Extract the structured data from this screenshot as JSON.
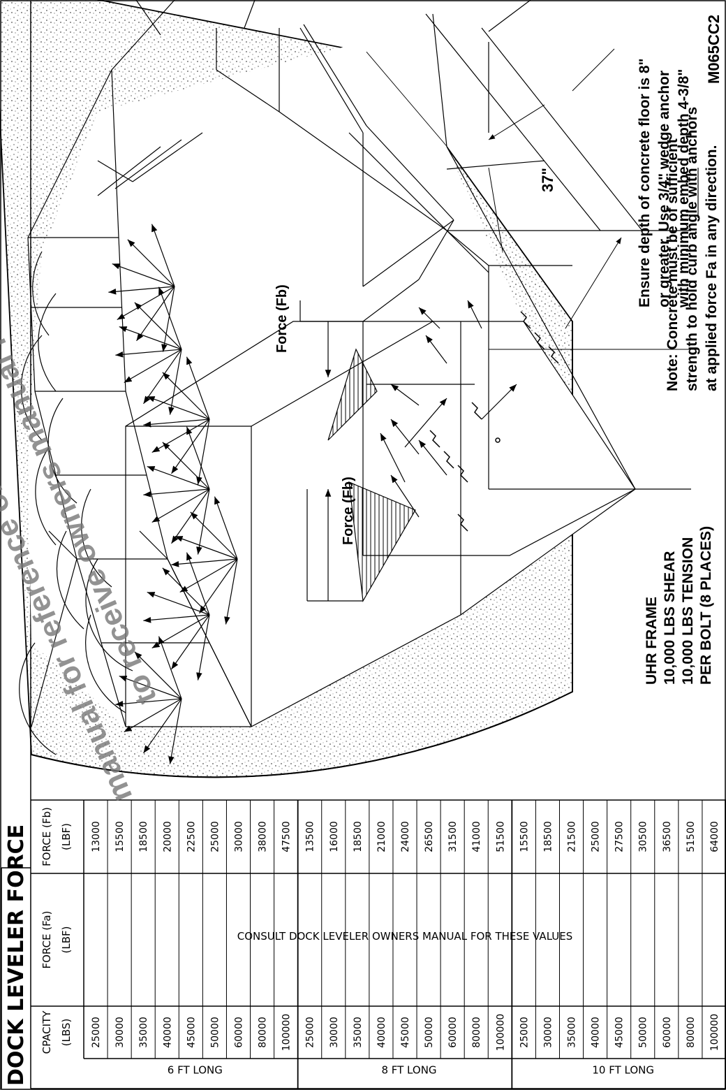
{
  "notes": {
    "concrete_note": [
      "Note: Concrete must be of sufficient",
      "strength to hold curb angle with anchors",
      "at applied force Fa in any direction."
    ],
    "anchor_note": [
      "Ensure depth of concrete floor is 8\"",
      "or greater. Use 3/4\" wedge anchor",
      "with minimum embed depth 4-3/8\""
    ],
    "frame_note": [
      "UHR FRAME",
      "10,000 LBS SHEAR",
      "10,000 LBS TENSION",
      "PER BOLT (8 PLACES)"
    ],
    "dimension": "37\"",
    "force_fb_upper": "Force (Fb)",
    "force_fb_lower": "Force (Fb)",
    "drawing_code": "M065CC2"
  },
  "watermark": {
    "line1": "manual for reference only. Contact Pentalift with product serial",
    "line2": "to receive owners manual for your specific equipment"
  },
  "table": {
    "title": "DOCK LEVELER FORCE",
    "headers": {
      "capacity": [
        "CPACITY",
        "(LBS)"
      ],
      "fa": [
        "FORCE (Fa)",
        "(LBF)"
      ],
      "fb": [
        "FORCE (Fb)",
        "(LBF)"
      ]
    },
    "fa_note": "CONSULT DOCK LEVELER OWNERS MANUAL FOR THESE VALUES",
    "groups": [
      {
        "label": "6 FT LONG",
        "rows": [
          [
            "25000",
            "13000"
          ],
          [
            "30000",
            "15500"
          ],
          [
            "35000",
            "18500"
          ],
          [
            "40000",
            "20000"
          ],
          [
            "45000",
            "22500"
          ],
          [
            "50000",
            "25000"
          ],
          [
            "60000",
            "30000"
          ],
          [
            "80000",
            "38000"
          ],
          [
            "100000",
            "47500"
          ]
        ]
      },
      {
        "label": "8 FT LONG",
        "rows": [
          [
            "25000",
            "13500"
          ],
          [
            "30000",
            "16000"
          ],
          [
            "35000",
            "18500"
          ],
          [
            "40000",
            "21000"
          ],
          [
            "45000",
            "24000"
          ],
          [
            "50000",
            "26500"
          ],
          [
            "60000",
            "31500"
          ],
          [
            "80000",
            "41000"
          ],
          [
            "100000",
            "51500"
          ]
        ]
      },
      {
        "label": "10 FT LONG",
        "rows": [
          [
            "25000",
            "15500"
          ],
          [
            "30000",
            "18500"
          ],
          [
            "35000",
            "21500"
          ],
          [
            "40000",
            "25000"
          ],
          [
            "45000",
            "27500"
          ],
          [
            "50000",
            "30500"
          ],
          [
            "60000",
            "36500"
          ],
          [
            "80000",
            "51500"
          ],
          [
            "100000",
            "64000"
          ]
        ]
      }
    ]
  }
}
